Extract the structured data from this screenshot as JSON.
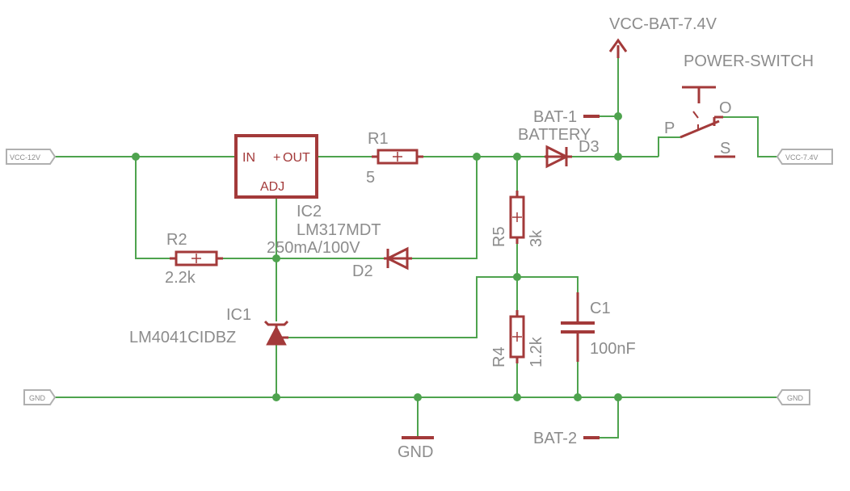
{
  "ports": {
    "vcc_in": "VCC-12V",
    "vcc_out": "VCC-7.4V",
    "gnd_left": "GND",
    "gnd_right": "GND"
  },
  "nets": {
    "vcc_bat": "VCC-BAT-7.4V",
    "gnd": "GND",
    "bat1": "BAT-1",
    "bat2": "BAT-2",
    "battery": "BATTERY"
  },
  "components": {
    "ic2": {
      "name": "IC2",
      "value": "LM317MDT",
      "rating": "250mA/100V",
      "pin_in": "IN",
      "pin_out": "OUT",
      "pin_adj": "ADJ"
    },
    "r1": {
      "name": "R1",
      "value": "5"
    },
    "r2": {
      "name": "R2",
      "value": "2.2k"
    },
    "r5": {
      "name": "R5",
      "value": "3k"
    },
    "r4": {
      "name": "R4",
      "value": "1.2k"
    },
    "c1": {
      "name": "C1",
      "value": "100nF"
    },
    "d2": {
      "name": "D2"
    },
    "d3": {
      "name": "D3"
    },
    "ic1": {
      "name": "IC1",
      "value": "LM4041CIDBZ"
    },
    "switch": {
      "name": "POWER-SWITCH",
      "pin_p": "P",
      "pin_o": "O",
      "pin_s": "S"
    }
  }
}
